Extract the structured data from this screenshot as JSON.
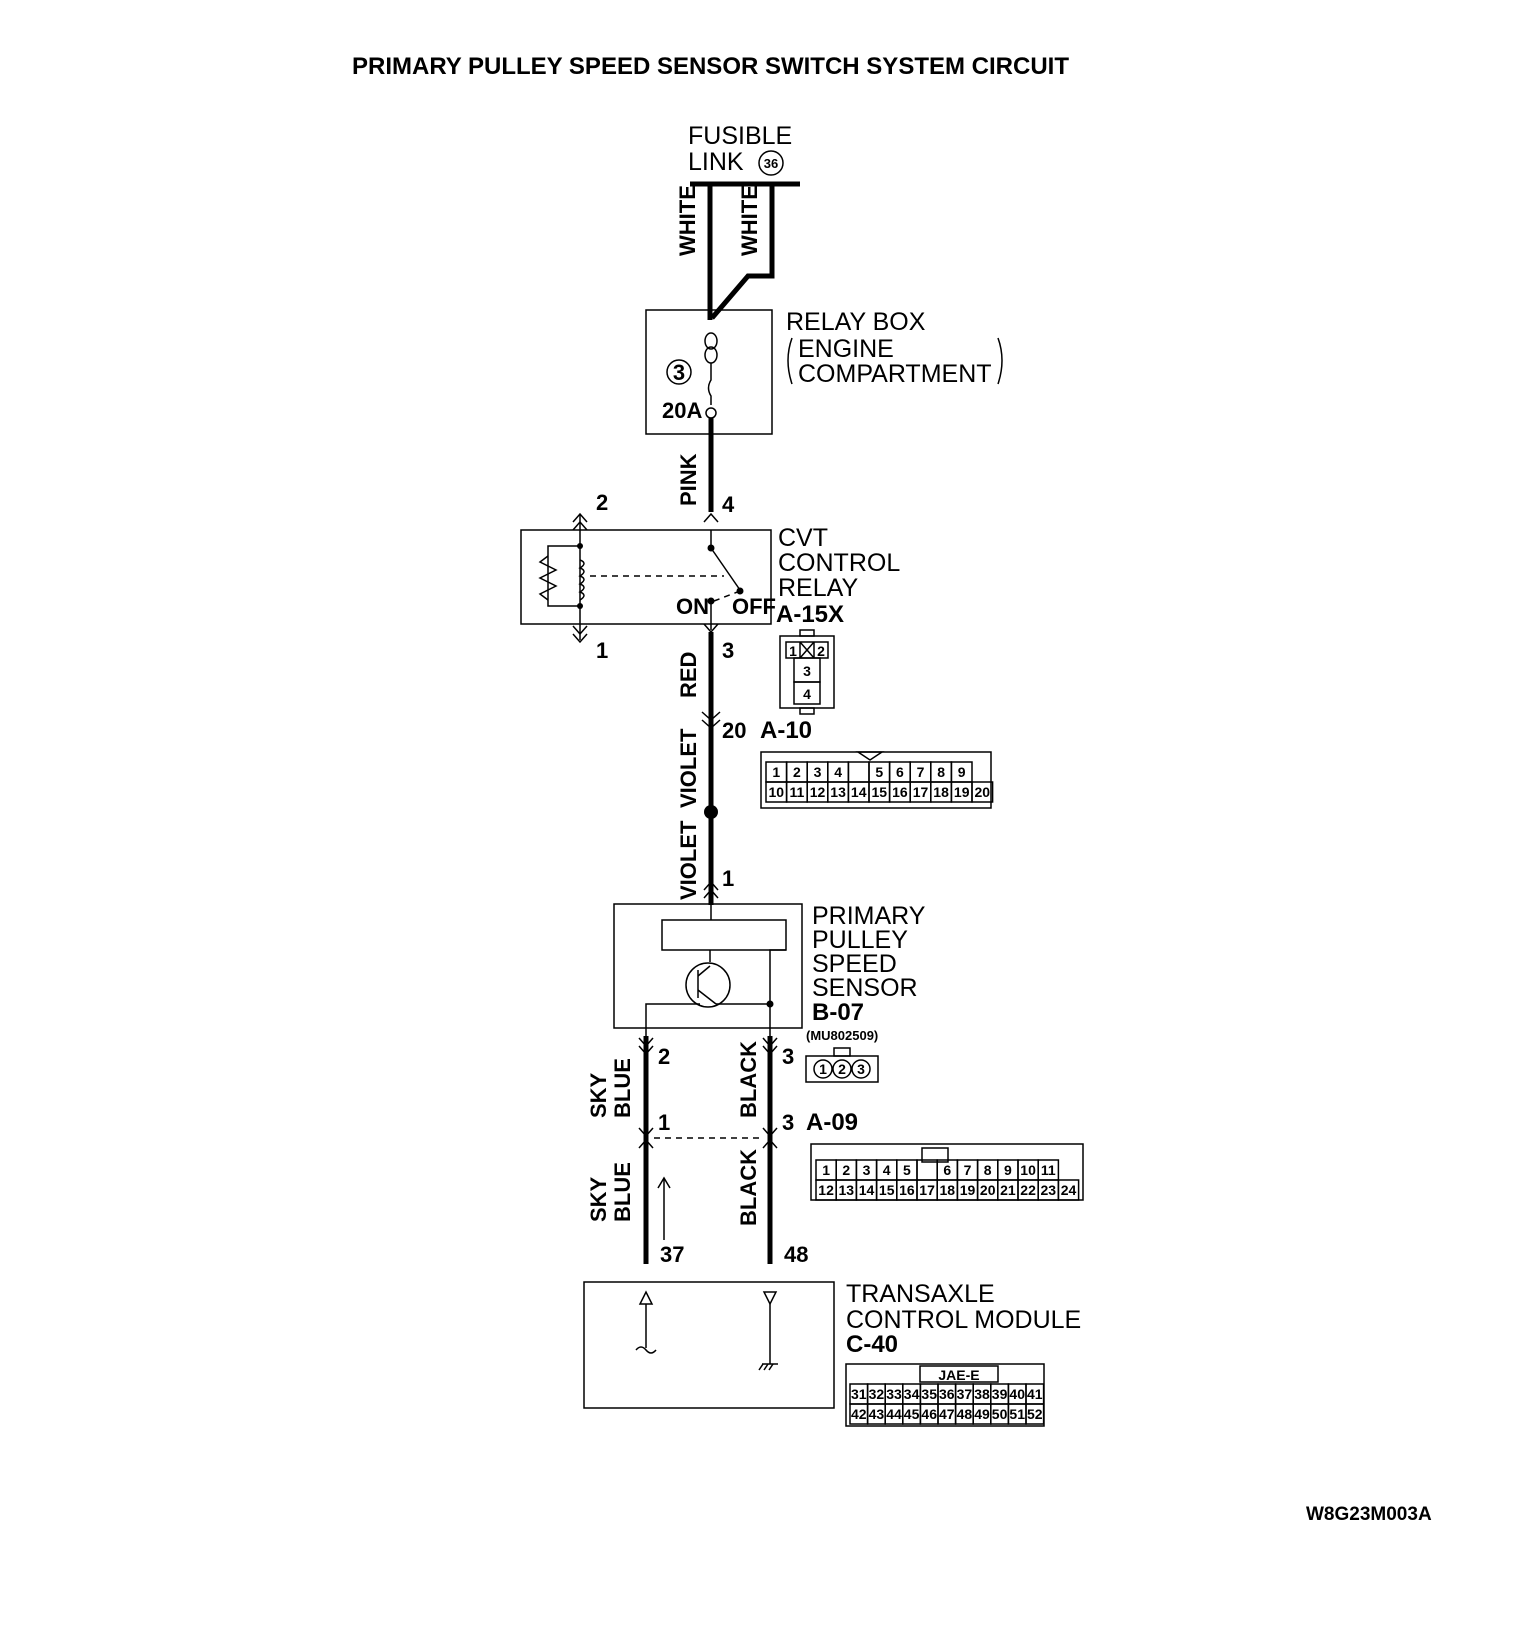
{
  "title": "PRIMARY PULLEY SPEED SENSOR SWITCH SYSTEM CIRCUIT",
  "diagram_id": "W8G23M003A",
  "fusible_link": {
    "line1": "FUSIBLE",
    "line2": "LINK",
    "number": "36"
  },
  "wires": {
    "white_left": "WHITE",
    "white_right": "WHITE",
    "pink": "PINK",
    "red": "RED",
    "violet_upper": "VIOLET",
    "violet_lower": "VIOLET",
    "sky_blue_upper": [
      "SKY",
      "BLUE"
    ],
    "sky_blue_lower": [
      "SKY",
      "BLUE"
    ],
    "black_upper": "BLACK",
    "black_lower": "BLACK"
  },
  "relay_box": {
    "label1": "RELAY BOX",
    "label2": "ENGINE",
    "label3": "COMPARTMENT",
    "fuse_number": "3",
    "fuse_rating": "20A"
  },
  "cvt_relay": {
    "label1": "CVT",
    "label2": "CONTROL",
    "label3": "RELAY",
    "connector": "A-15X",
    "pin_2": "2",
    "pin_4": "4",
    "pin_1": "1",
    "pin_3": "3",
    "on": "ON",
    "off": "OFF",
    "connector_cells": [
      "1",
      "2",
      "3",
      "4"
    ]
  },
  "connector_a10": {
    "pin": "20",
    "name": "A-10",
    "row1": [
      "1",
      "2",
      "3",
      "4",
      "",
      "5",
      "6",
      "7",
      "8",
      "9"
    ],
    "row2": [
      "10",
      "11",
      "12",
      "13",
      "14",
      "15",
      "16",
      "17",
      "18",
      "19",
      "20"
    ]
  },
  "sensor": {
    "pin_in": "1",
    "label1": "PRIMARY",
    "label2": "PULLEY",
    "label3": "SPEED",
    "label4": "SENSOR",
    "connector": "B-07",
    "part_number": "(MU802509)",
    "pin_2": "2",
    "pin_3": "3",
    "connector_cells": [
      "1",
      "2",
      "3"
    ]
  },
  "connector_a09": {
    "pin_left": "1",
    "pin_right": "3",
    "name": "A-09",
    "row1": [
      "1",
      "2",
      "3",
      "4",
      "5",
      "",
      "6",
      "7",
      "8",
      "9",
      "10",
      "11"
    ],
    "row2": [
      "12",
      "13",
      "14",
      "15",
      "16",
      "17",
      "18",
      "19",
      "20",
      "21",
      "22",
      "23",
      "24"
    ]
  },
  "tcm": {
    "pin_left": "37",
    "pin_right": "48",
    "label1": "TRANSAXLE",
    "label2": "CONTROL MODULE",
    "connector": "C-40",
    "header": "JAE-E",
    "row1": [
      "31",
      "32",
      "33",
      "34",
      "35",
      "36",
      "37",
      "38",
      "39",
      "40",
      "41"
    ],
    "row2": [
      "42",
      "43",
      "44",
      "45",
      "46",
      "47",
      "48",
      "49",
      "50",
      "51",
      "52"
    ]
  }
}
